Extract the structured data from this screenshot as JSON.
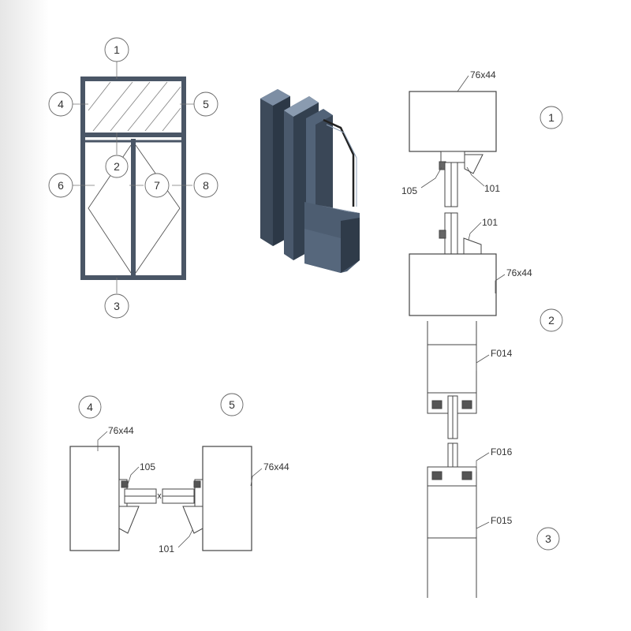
{
  "elevation": {
    "callouts": [
      {
        "id": "c1",
        "text": "1"
      },
      {
        "id": "c2",
        "text": "2"
      },
      {
        "id": "c3",
        "text": "3"
      },
      {
        "id": "c4",
        "text": "4"
      },
      {
        "id": "c5",
        "text": "5"
      },
      {
        "id": "c6",
        "text": "6"
      },
      {
        "id": "c7",
        "text": "7"
      },
      {
        "id": "c8",
        "text": "8"
      }
    ]
  },
  "section_vertical": {
    "markers": {
      "m1": "1",
      "m2": "2",
      "m3": "3"
    },
    "labels": {
      "frame_top": "76x44",
      "bead_left": "105",
      "bead_right_top": "101",
      "bead_right_mid": "101",
      "transom": "76x44",
      "sash_top": "F014",
      "sash_meeting": "F016",
      "sash_bottom": "F015"
    }
  },
  "section_horizontal": {
    "markers": {
      "m4": "4",
      "m5": "5"
    },
    "labels": {
      "frame_left": "76x44",
      "frame_right": "76x44",
      "bead_top": "105",
      "bead_bottom": "101"
    }
  },
  "colors": {
    "frame": "#4a5666",
    "line": "#444444",
    "profile_dark": "#3a4757",
    "profile_mid": "#55657a",
    "profile_light": "#7b8ba0"
  }
}
